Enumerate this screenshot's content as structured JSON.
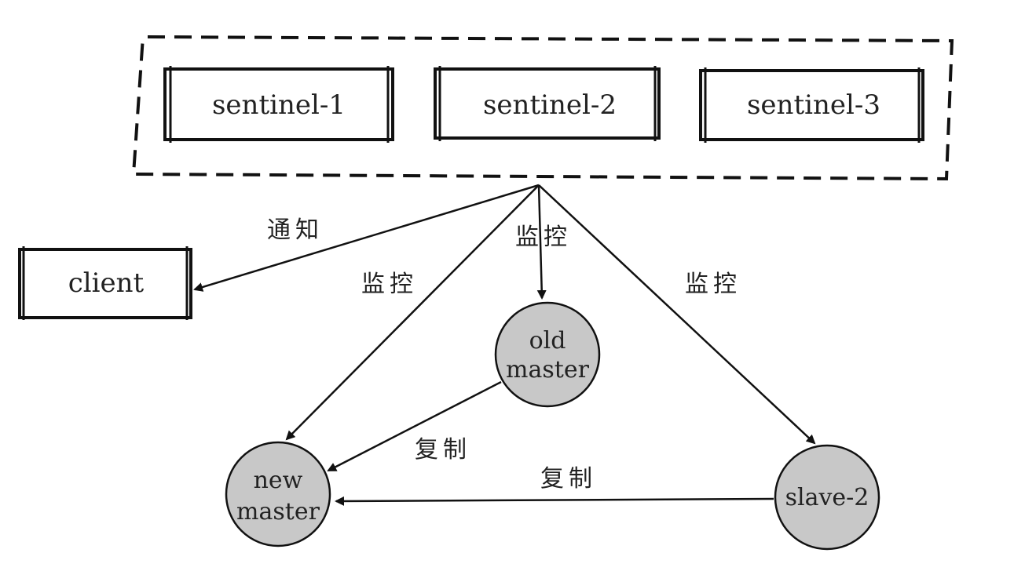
{
  "sentinels": {
    "s1": "sentinel-1",
    "s2": "sentinel-2",
    "s3": "sentinel-3"
  },
  "client": "client",
  "nodes": {
    "old_master": [
      "old",
      "master"
    ],
    "new_master": [
      "new",
      "master"
    ],
    "slave2": "slave-2"
  },
  "edges": {
    "notify": "通知",
    "monitor_old": "监控",
    "monitor_new": "监控",
    "monitor_slave": "监控",
    "replicate_old": "复制",
    "replicate_slave": "复制"
  },
  "colors": {
    "line": "#111111",
    "node_fill": "#c8c8c8",
    "background": "#ffffff"
  }
}
